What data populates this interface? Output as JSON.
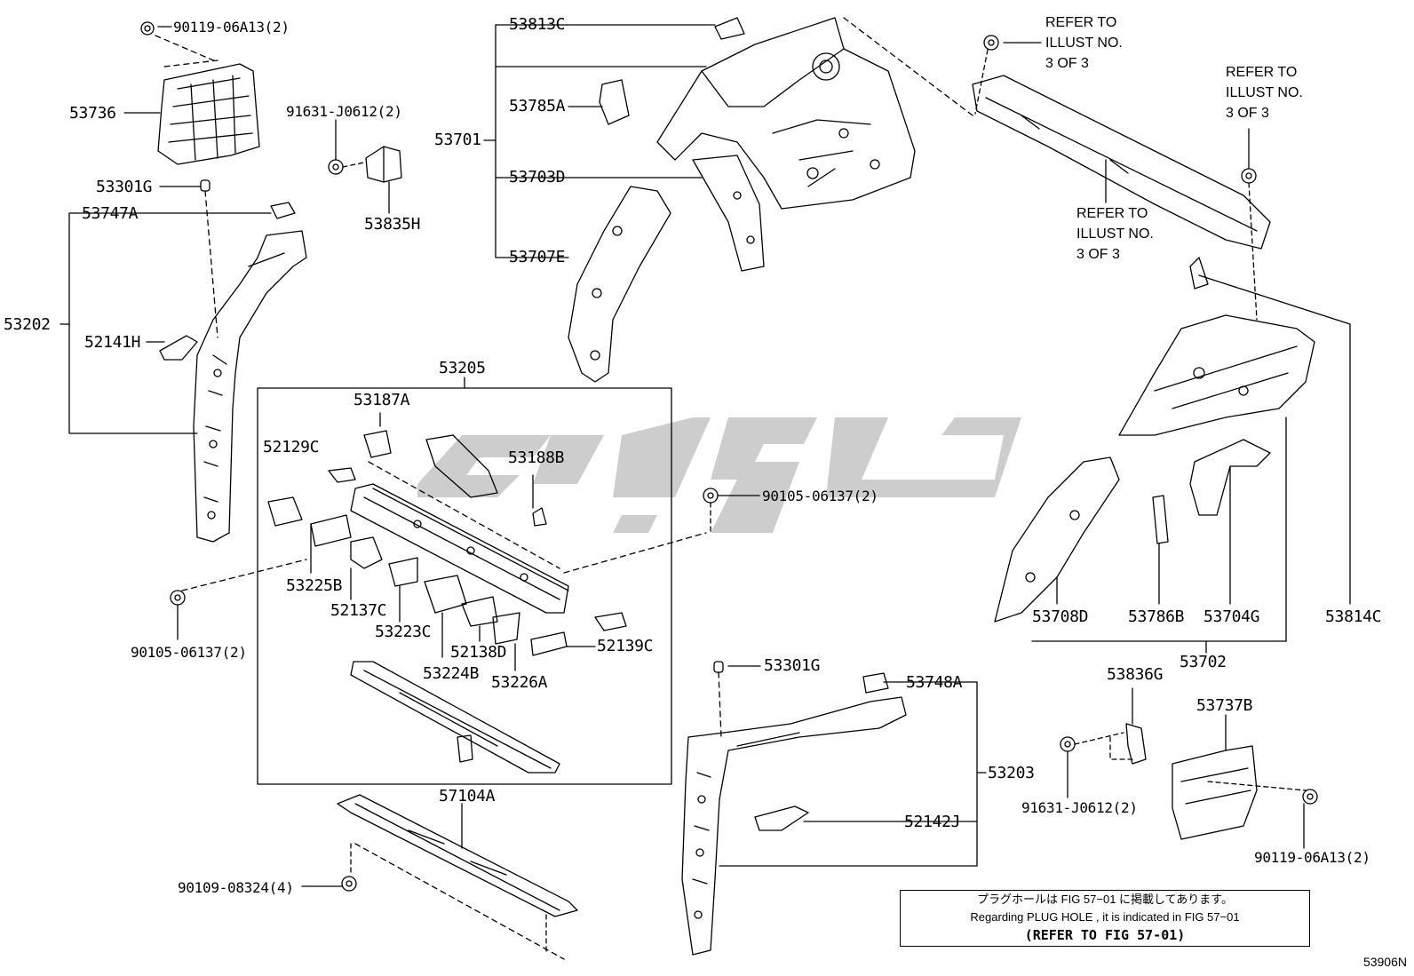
{
  "figure_id": "53906N",
  "labels": {
    "l53813C": "53813C",
    "l53701": "53701",
    "l53785A": "53785A",
    "l53703D": "53703D",
    "l53707E": "53707E",
    "l90119a": "90119-06A13(2)",
    "l53736": "53736",
    "l91631a": "91631-J0612(2)",
    "l53835H": "53835H",
    "l53301Ga": "53301G",
    "l53747A": "53747A",
    "l53202": "53202",
    "l52141H": "52141H",
    "l53205": "53205",
    "l53187A": "53187A",
    "l52129C": "52129C",
    "l53188B": "53188B",
    "l90105a": "90105-06137(2)",
    "l53225B": "53225B",
    "l52137C": "52137C",
    "l53223C": "53223C",
    "l52138D": "52138D",
    "l52139C": "52139C",
    "l53224B": "53224B",
    "l53226A": "53226A",
    "l90105b": "90105-06137(2)",
    "l57104A": "57104A",
    "l90109": "90109-08324(4)",
    "l53301Gb": "53301G",
    "l53748A": "53748A",
    "l53203": "53203",
    "l52142J": "52142J",
    "l53708D": "53708D",
    "l53786B": "53786B",
    "l53704G": "53704G",
    "l53814C": "53814C",
    "l53702": "53702",
    "l53836G": "53836G",
    "l53737B": "53737B",
    "l91631b": "91631-J0612(2)",
    "l90119b": "90119-06A13(2)"
  },
  "refer_notes": {
    "r1": "REFER TO\nILLUST NO.\n3 OF 3",
    "r2": "REFER TO\nILLUST NO.\n3 OF 3",
    "r3": "REFER TO\nILLUST NO.\n3 OF 3"
  },
  "note_box": {
    "jp": "プラグホールは FIG 57−01 に掲載してあります。",
    "en": "Regarding  PLUG  HOLE , it is indicated in FIG  57−01",
    "bold": "(REFER TO FIG 57-01)"
  },
  "colors": {
    "line": "#000000",
    "watermark": "#c8c8c8"
  }
}
